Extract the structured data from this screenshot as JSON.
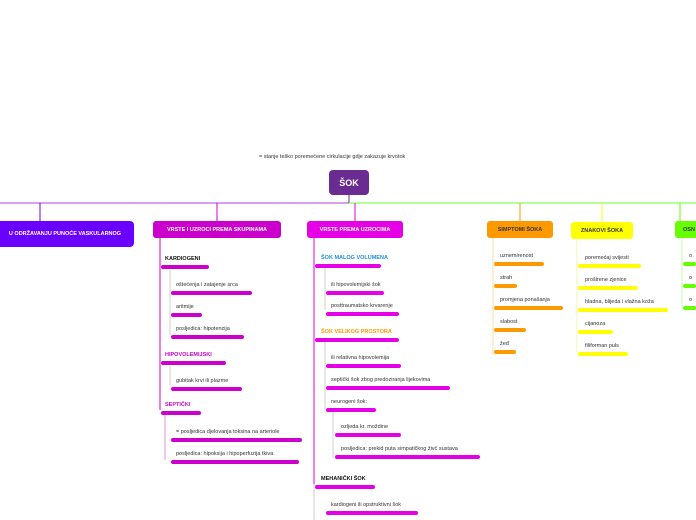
{
  "root": {
    "title": "ŠOK",
    "description": "= stanje teško poremećene cirkulacije gdje zakazuje krvotok"
  },
  "branches": {
    "b1": {
      "label": "U ODRŽAVANJU PUNOĆE VASKULARNOG",
      "color": "#6a00ff"
    },
    "b2": {
      "label": "VRSTE I UZROCI PREMA SKUPINAMA",
      "color": "#cc00cc"
    },
    "b3": {
      "label": "VRSTE  PREMA UZROCIMA",
      "color": "#e600e6"
    },
    "b4": {
      "label": "SIMPTOMI ŠOKA",
      "color": "#ff9900"
    },
    "b5": {
      "label": "ZNAKOVI ŠOKA",
      "color": "#ffff00"
    },
    "b6": {
      "label": "OSN",
      "color": "#66ff00"
    }
  },
  "b2": {
    "kardiogeni": {
      "label": "KARDIOGENI",
      "items": [
        "oštećenja i zatajenje srca",
        "aritmije",
        "posljedica: hipotenzija"
      ]
    },
    "hipovolemijski": {
      "label": "HIPOVOLEMIJSKI",
      "items": [
        "gubitak krvi ili plazme"
      ]
    },
    "septicki": {
      "label": "SEPTIČKI",
      "items": [
        "= posljedica djelovanja toksina na arteriole",
        "posljedica: hipoksija i hipoperfuzija tkiva"
      ]
    }
  },
  "b3": {
    "mali": {
      "label": "ŠOK MALOG VOLUMENA",
      "color": "#1e90d6",
      "items": [
        "ili hipovolemijski šok",
        "posttraumatsko krvarenje"
      ]
    },
    "veliki": {
      "label": "ŠOK VELIKOG PROSTORA",
      "color": "#ff9900",
      "items": [
        "ili relativna hipovolemija",
        "septički šok zbog predoziranja lijekovima",
        "neurogeni šok:"
      ],
      "neurogeni": [
        "ozljeda kr. moždine",
        "posljedica: prekid puta simpatičkog živč sustava"
      ]
    },
    "mehanicki": {
      "label": "MEHANIČKI ŠOK",
      "items": [
        "kardiogeni ili opstruktivni šok"
      ]
    }
  },
  "b4": {
    "items": [
      "uznemirenost",
      "strah",
      "promjena ponašanja",
      "slabost",
      "žeđ"
    ]
  },
  "b5": {
    "items": [
      "poremećaj svijesti",
      "proširene zjenice",
      "hladna, blijeda i vlažna koža",
      "cijanoza",
      "filiforman puls"
    ]
  },
  "b6": {
    "items": [
      "o",
      "o",
      "o"
    ]
  }
}
